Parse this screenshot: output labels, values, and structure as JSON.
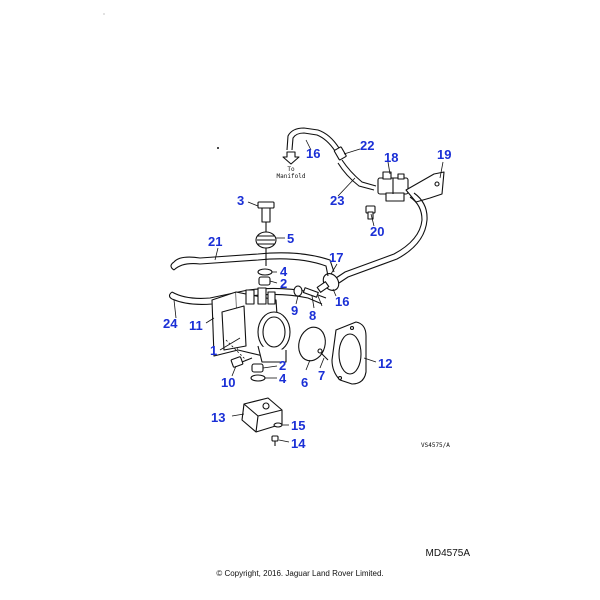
{
  "callouts": {
    "c16a": "16",
    "c22": "22",
    "c18": "18",
    "c19": "19",
    "c23": "23",
    "c20": "20",
    "c3": "3",
    "c5": "5",
    "c21": "21",
    "c4a": "4",
    "c2a": "2",
    "c17": "17",
    "c16b": "16",
    "c9": "9",
    "c8": "8",
    "c24": "24",
    "c11": "11",
    "c12": "12",
    "c1": "1",
    "c7": "7",
    "c2b": "2",
    "c4b": "4",
    "c10": "10",
    "c6": "6",
    "c13": "13",
    "c15": "15",
    "c14": "14"
  },
  "manifold_note": {
    "line1": "To",
    "line2": "Manifold"
  },
  "view_code": "VS4575/A",
  "drawing_code": "MD4575A",
  "copyright": "© Copyright, 2016. Jaguar Land Rover Limited.",
  "colors": {
    "callout": "#1a2fd6",
    "line": "#111111"
  }
}
